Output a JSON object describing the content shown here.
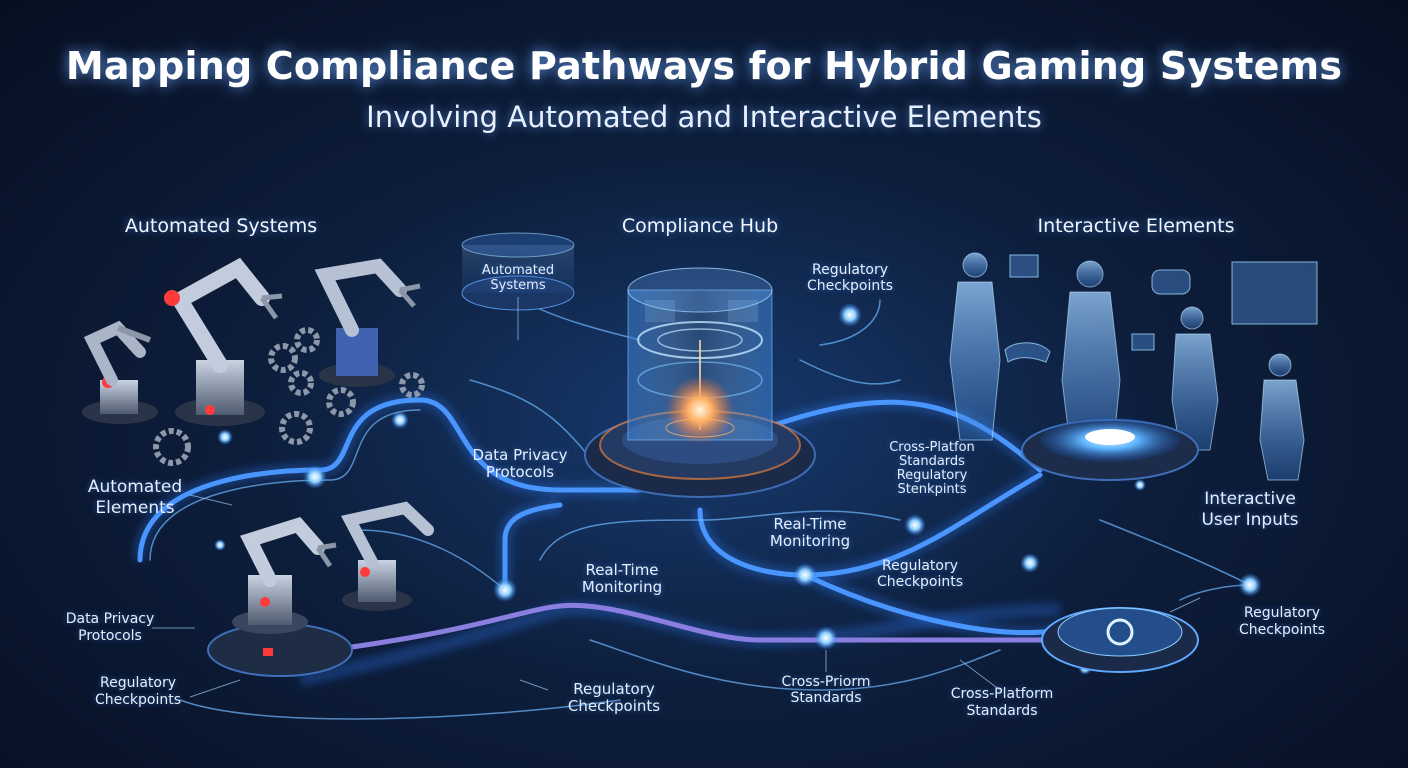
{
  "title": "Mapping Compliance Pathways for Hybrid Gaming Systems",
  "subtitle": "Involving Automated and Interactive Elements",
  "sections": {
    "left": "Automated Systems",
    "center": "Compliance Hub",
    "right": "Interactive Elements"
  },
  "labels": {
    "hub_automated_systems": [
      "Automated",
      "Systems"
    ],
    "top_regulatory": [
      "Regulatory",
      "Checkpoints"
    ],
    "data_privacy_center": [
      "Data Privacy",
      "Protocols"
    ],
    "automated_elements": [
      "Automated",
      "Elements"
    ],
    "cross_platform_mid": [
      "Cross-Platfon",
      "Standards",
      "Regulatory",
      "Stenkpints"
    ],
    "interactive_user_inputs": [
      "Interactive",
      "User Inputs"
    ],
    "realtime_mid": [
      "Real-Time",
      "Monitoring"
    ],
    "realtime_left": [
      "Real-Time",
      "Monitoring"
    ],
    "regulatory_mid": [
      "Regulatory",
      "Checkpoints"
    ],
    "data_privacy_left": [
      "Data Privacy",
      "Protocols"
    ],
    "regulatory_right": [
      "Regulatory",
      "Checkpoints"
    ],
    "regulatory_bottom_left": [
      "Regulatory",
      "Checkpoints"
    ],
    "regulatory_bottom_center": [
      "Regulatory",
      "Checkpoints"
    ],
    "cross_priorm": [
      "Cross-Priorm",
      "Standards"
    ],
    "cross_platform_bottom": [
      "Cross-Platform",
      "Standards"
    ]
  },
  "colors": {
    "background": "#0a1428",
    "path": "#3d8bff",
    "glow": "#7fc4ff",
    "core": "#ff9a4a"
  }
}
